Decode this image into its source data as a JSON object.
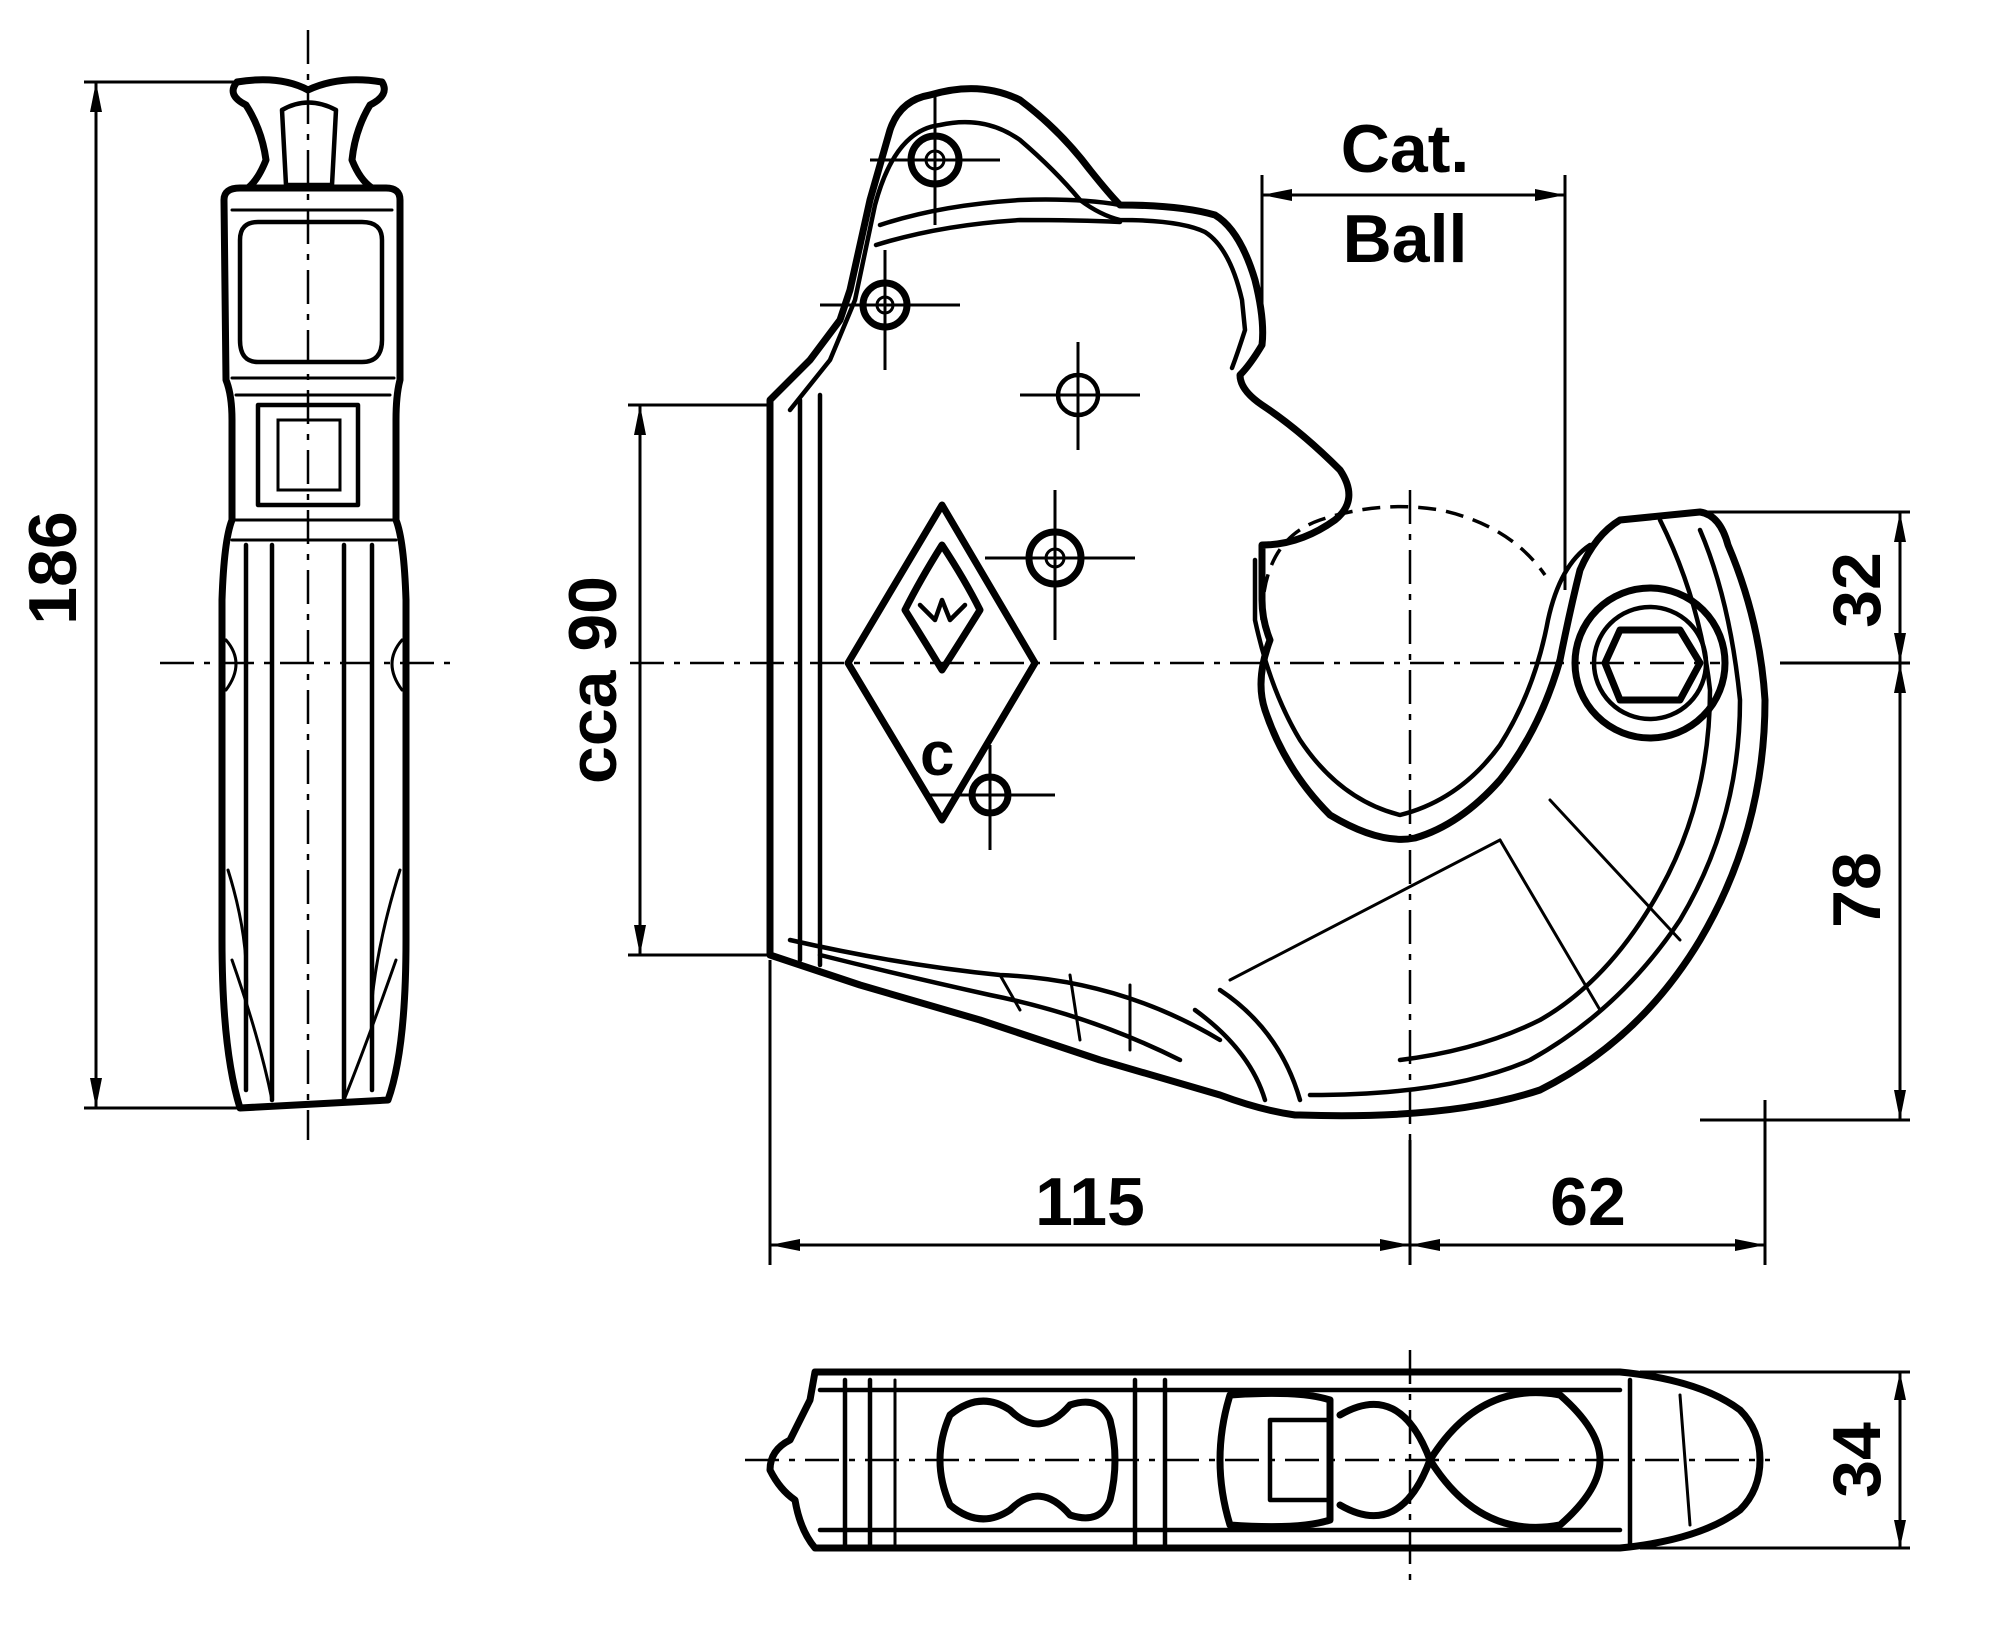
{
  "dimensions": {
    "overall_height": "186",
    "jaw_height": "cca 90",
    "length_to_ball": "115",
    "ball_to_rear": "62",
    "upper_offset": "32",
    "lower_offset": "78",
    "width": "34"
  },
  "ball_label": {
    "line1": "Cat.",
    "line2": "Ball"
  },
  "marking": {
    "category_letter": "c"
  }
}
